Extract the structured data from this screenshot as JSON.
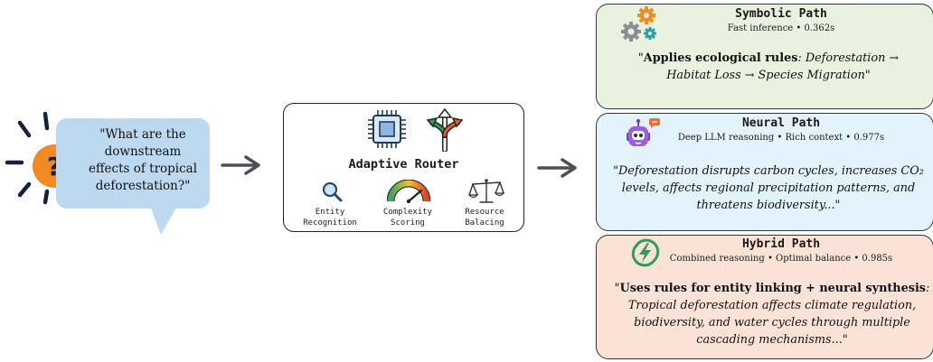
{
  "question": {
    "text": "\"What are the downstream effects of tropical deforestation?\"",
    "icon": "question-mark-icon"
  },
  "router": {
    "title": "Adaptive Router",
    "icons": [
      "cpu-chip-icon",
      "split-arrows-icon"
    ],
    "components": [
      {
        "label": "Entity Recognition",
        "icon": "magnifier-icon"
      },
      {
        "label": "Complexity Scoring",
        "icon": "gauge-icon"
      },
      {
        "label": "Resource Balacing",
        "icon": "balance-scale-icon"
      }
    ]
  },
  "paths": {
    "symbolic": {
      "title": "Symbolic Path",
      "subtitle": "Fast inference • 0.362s",
      "open_quote": "\"",
      "bold": "Applies ecological rules",
      "italic": ": Deforestation → Habitat Loss → Species Migration\"",
      "icon": "gears-icon",
      "color": "#e9f2df"
    },
    "neural": {
      "title": "Neural Path",
      "subtitle": "Deep LLM reasoning • Rich context • 0.977s",
      "text": "\"Deforestation disrupts carbon cycles, increases CO₂ levels, affects regional precipitation patterns, and threatens biodiversity...\"",
      "icon": "robot-icon",
      "color": "#e2f3fb"
    },
    "hybrid": {
      "title": "Hybrid Path",
      "subtitle": "Combined reasoning • Optimal balance • 0.985s",
      "open_quote": "\"",
      "bold": "Uses rules for entity linking + neural synthesis",
      "italic": ": Tropical deforestation affects climate regulation, biodiversity, and water cycles through multiple cascading mechanisms...\"",
      "icon": "lightning-cycle-icon",
      "color": "#fae3d6"
    }
  }
}
